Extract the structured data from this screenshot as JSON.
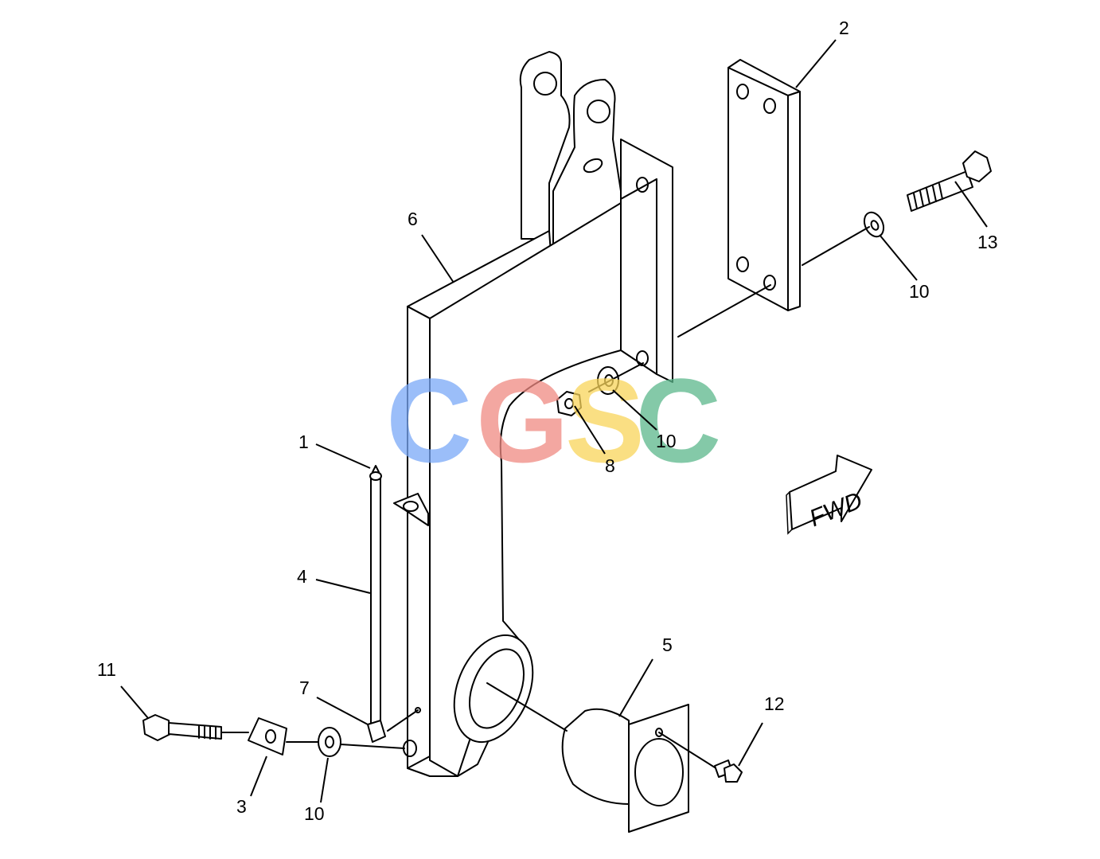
{
  "diagram": {
    "callouts": [
      {
        "id": "c1",
        "label": "1"
      },
      {
        "id": "c2",
        "label": "2"
      },
      {
        "id": "c3",
        "label": "3"
      },
      {
        "id": "c4",
        "label": "4"
      },
      {
        "id": "c5",
        "label": "5"
      },
      {
        "id": "c6",
        "label": "6"
      },
      {
        "id": "c7",
        "label": "7"
      },
      {
        "id": "c8",
        "label": "8"
      },
      {
        "id": "c10a",
        "label": "10"
      },
      {
        "id": "c10b",
        "label": "10"
      },
      {
        "id": "c10c",
        "label": "10"
      },
      {
        "id": "c11",
        "label": "11"
      },
      {
        "id": "c12",
        "label": "12"
      },
      {
        "id": "c13",
        "label": "13"
      }
    ],
    "direction_arrow": {
      "label": "FWD"
    },
    "watermark": {
      "letters": [
        "C",
        "G",
        "S",
        "C"
      ],
      "colors": [
        "#7aa9f7",
        "#f08a82",
        "#f9d55a",
        "#5bb88c"
      ]
    }
  }
}
